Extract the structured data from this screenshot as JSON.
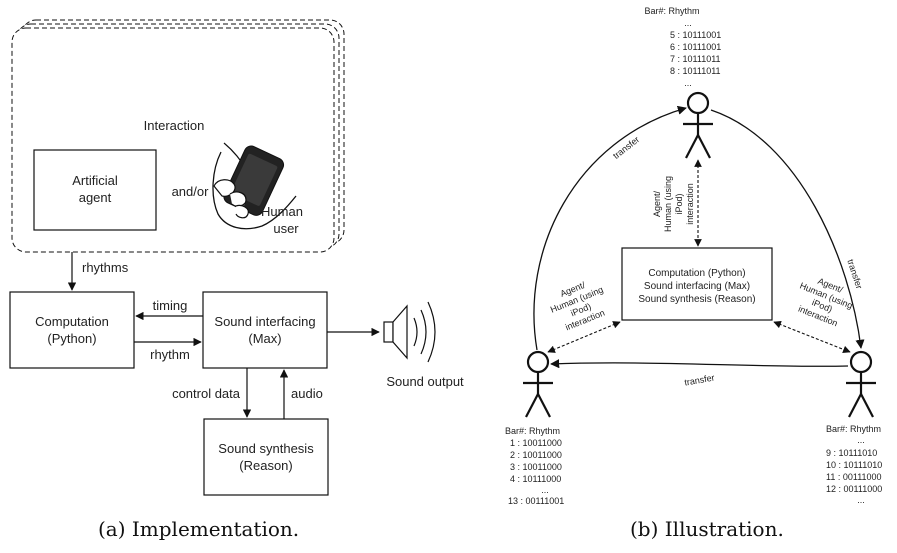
{
  "panel_a": {
    "interaction_label": "Interaction",
    "agent_box": [
      "Artificial",
      "agent"
    ],
    "andor": "and/or",
    "human_label": [
      "Human",
      "user"
    ],
    "rhythms": "rhythms",
    "computation_box": [
      "Computation",
      "(Python)"
    ],
    "timing": "timing",
    "rhythm": "rhythm",
    "sound_interfacing_box": [
      "Sound interfacing",
      "(Max)"
    ],
    "control_data": "control data",
    "audio": "audio",
    "sound_synthesis_box": [
      "Sound synthesis",
      "(Reason)"
    ],
    "sound_output": "Sound output",
    "caption": "(a) Implementation."
  },
  "panel_b": {
    "top_table": [
      "Bar#: Rhythm",
      "...",
      "5   : 10111001",
      "6   : 10111001",
      "7   : 10111011",
      "8   : 10111011",
      "..."
    ],
    "left_table": [
      "Bar#: Rhythm",
      "1   : 10011000",
      "2   : 10011000",
      "3   : 10011000",
      "4   : 10111000",
      "...",
      "13  : 00111001"
    ],
    "right_table": [
      "Bar#: Rhythm",
      "...",
      "9   : 10111010",
      "10  : 10111010",
      "11  : 00111000",
      "12  : 00111000",
      "..."
    ],
    "center_box": [
      "Computation (Python)",
      "Sound interfacing (Max)",
      "Sound synthesis (Reason)"
    ],
    "transfer": "transfer",
    "interaction_text": [
      "Agent/",
      "Human (using",
      "iPod)",
      "interaction"
    ],
    "caption": "(b) Illustration."
  }
}
